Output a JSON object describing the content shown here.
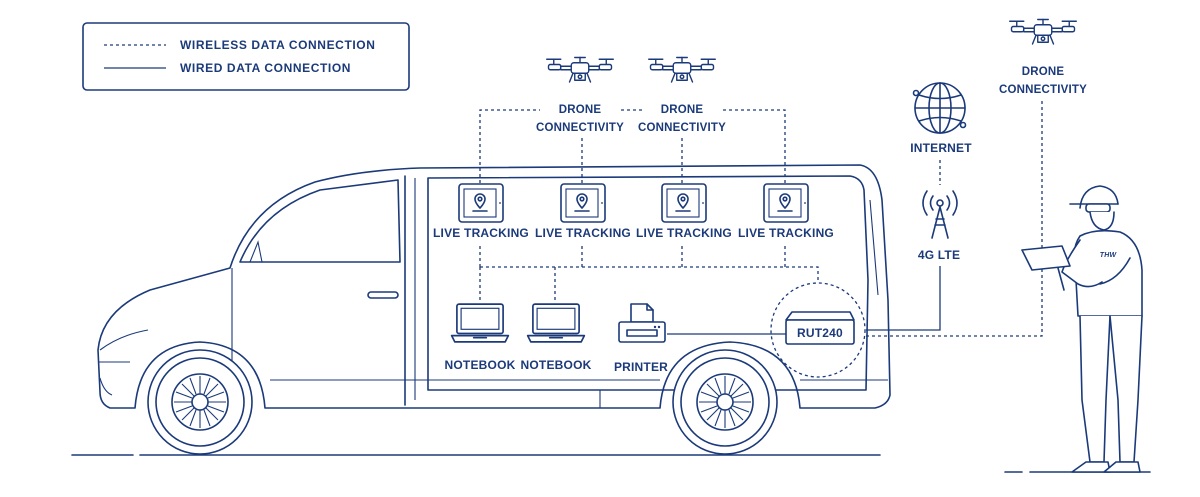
{
  "legend": {
    "wireless_label": "WIRELESS DATA CONNECTION",
    "wired_label": "WIRED DATA CONNECTION"
  },
  "drones": [
    {
      "line1": "DRONE",
      "line2": "CONNECTIVITY"
    },
    {
      "line1": "DRONE",
      "line2": "CONNECTIVITY"
    },
    {
      "line1": "DRONE",
      "line2": "CONNECTIVITY"
    }
  ],
  "trackers": [
    {
      "label": "LIVE TRACKING"
    },
    {
      "label": "LIVE TRACKING"
    },
    {
      "label": "LIVE TRACKING"
    },
    {
      "label": "LIVE TRACKING"
    }
  ],
  "devices": {
    "notebook1": "NOTEBOOK",
    "notebook2": "NOTEBOOK",
    "printer": "PRINTER",
    "router": "RUT240"
  },
  "network": {
    "internet": "INTERNET",
    "lte": "4G LTE"
  },
  "person": {
    "cap_logo": "THW"
  },
  "colors": {
    "line": "#1b3a7a",
    "background": "#ffffff"
  }
}
